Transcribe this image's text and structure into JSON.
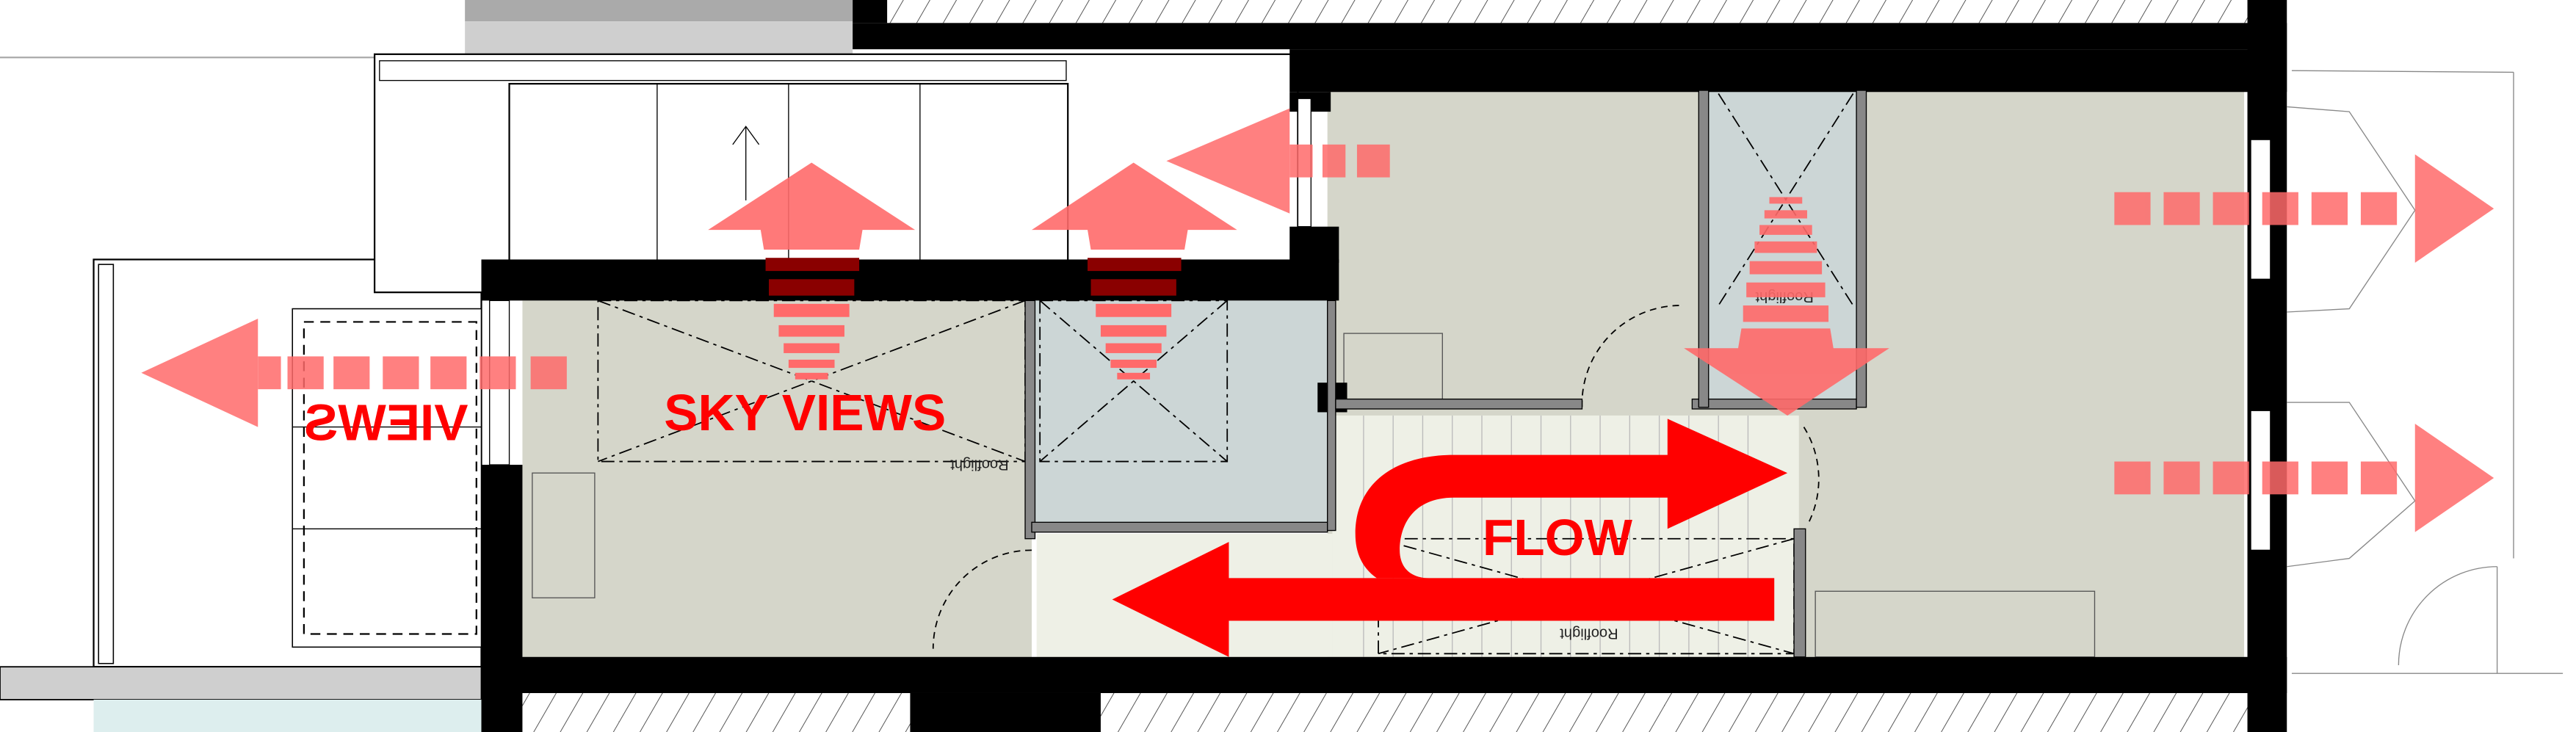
{
  "labels": {
    "views": "VIEWS",
    "sky_views": "SKY VIEWS",
    "flow": "FLOW"
  },
  "rooflights": [
    "Rooflight",
    "Rooflight",
    "Rooflight"
  ],
  "colors": {
    "wall": "#000000",
    "room_floor": "#d5d6ca",
    "skylight_floor": "#ccd6d6",
    "stair_floor": "#eef0e6",
    "arrow_solid": "#ff0000",
    "arrow_faded": "#ff6a6a",
    "arrow_dark": "#8a0000"
  }
}
